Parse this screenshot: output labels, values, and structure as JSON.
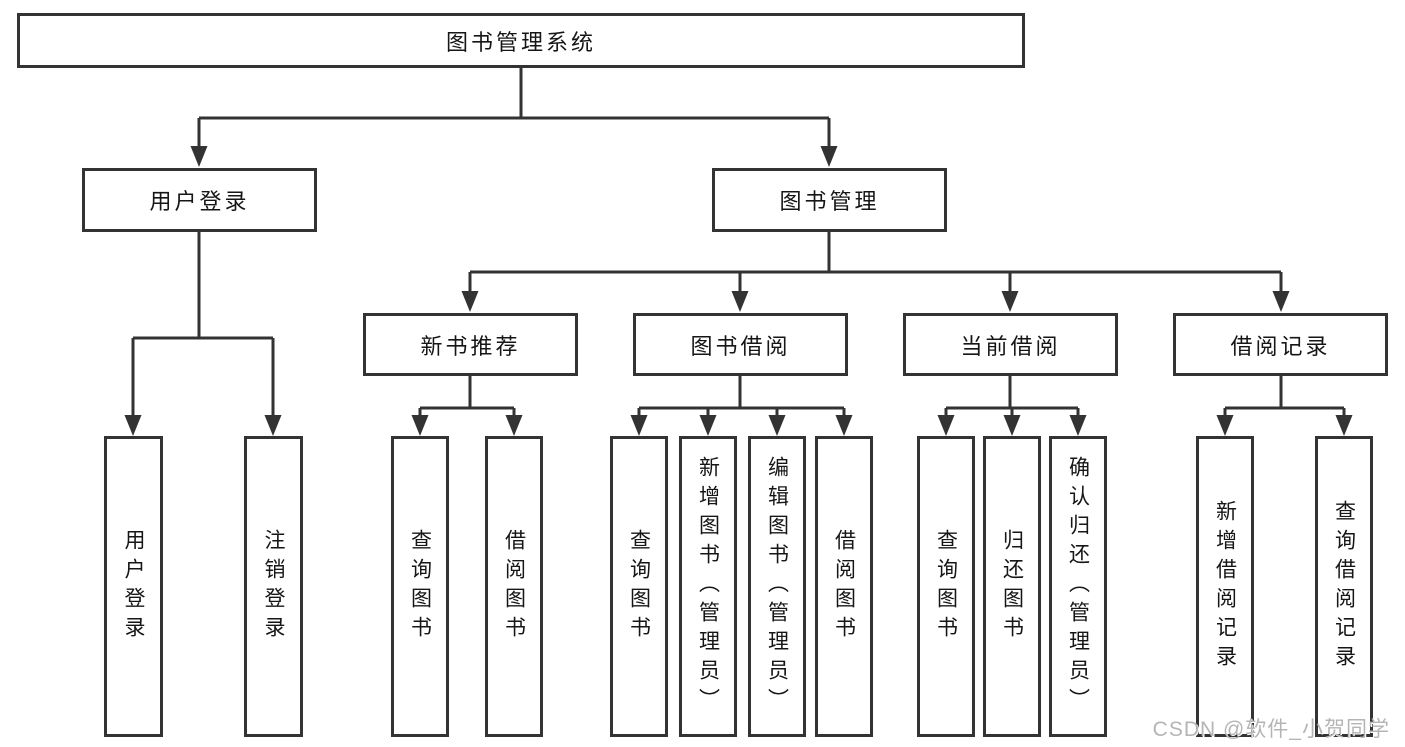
{
  "watermark": "CSDN @软件_小贺同学",
  "colors": {
    "line": "#333333",
    "box_border": "#333333",
    "text": "#161616",
    "watermark": "#b5b5b5",
    "background": "#ffffff"
  },
  "tree": {
    "root": {
      "label": "图书管理系统"
    },
    "branches": [
      {
        "label": "用户登录",
        "children": [
          {
            "label": "用户登录"
          },
          {
            "label": "注销登录"
          }
        ]
      },
      {
        "label": "图书管理",
        "children": [
          {
            "label": "新书推荐",
            "children": [
              {
                "label": "查询图书"
              },
              {
                "label": "借阅图书"
              }
            ]
          },
          {
            "label": "图书借阅",
            "children": [
              {
                "label": "查询图书"
              },
              {
                "label": "新增图书（管理员）"
              },
              {
                "label": "编辑图书（管理员）"
              },
              {
                "label": "借阅图书"
              }
            ]
          },
          {
            "label": "当前借阅",
            "children": [
              {
                "label": "查询图书"
              },
              {
                "label": "归还图书"
              },
              {
                "label": "确认归还（管理员）"
              }
            ]
          },
          {
            "label": "借阅记录",
            "children": [
              {
                "label": "新增借阅记录"
              },
              {
                "label": "查询借阅记录"
              }
            ]
          }
        ]
      }
    ]
  }
}
